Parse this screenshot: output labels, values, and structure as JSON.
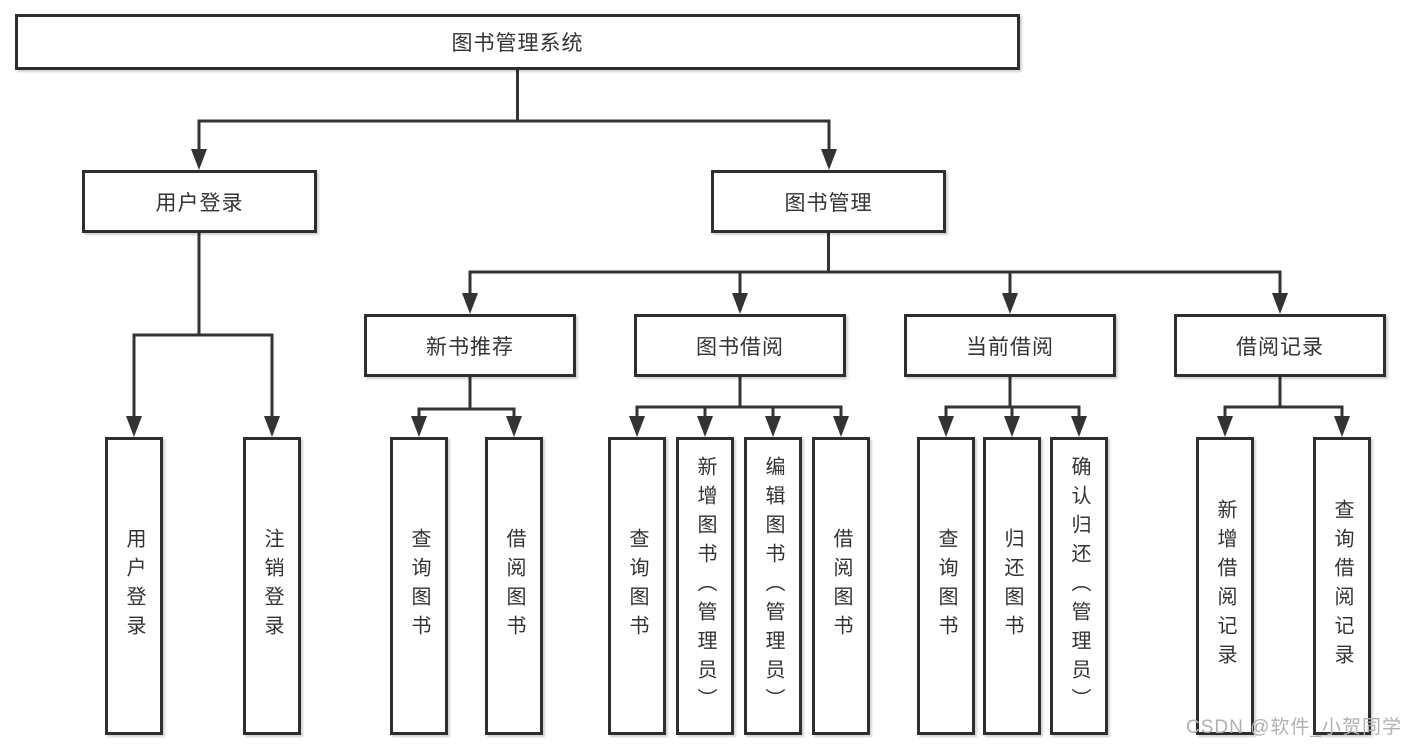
{
  "colors": {
    "line": "#333333",
    "box_border": "#2e2e2e",
    "box_background": "#ffffff",
    "text": "#333333",
    "watermark": "#b0b0b0"
  },
  "watermark": "CSDN @软件_小贺同学",
  "tree": {
    "root": {
      "label": "图书管理系统"
    },
    "level2": [
      {
        "id": "user-login",
        "label": "用户登录"
      },
      {
        "id": "book-management",
        "label": "图书管理"
      }
    ],
    "level3": [
      {
        "id": "new-book-recommendation",
        "label": "新书推荐"
      },
      {
        "id": "book-borrowing",
        "label": "图书借阅"
      },
      {
        "id": "current-borrowing",
        "label": "当前借阅"
      },
      {
        "id": "borrowing-records",
        "label": "借阅记录"
      }
    ],
    "leaves": [
      {
        "id": "user-login-action",
        "parent": "user-login",
        "label": "用户登录"
      },
      {
        "id": "logout-action",
        "parent": "user-login",
        "label": "注销登录"
      },
      {
        "id": "search-books-recommend",
        "parent": "new-book-recommendation",
        "label": "查询图书"
      },
      {
        "id": "borrow-books-recommend",
        "parent": "new-book-recommendation",
        "label": "借阅图书"
      },
      {
        "id": "search-books-borrowing",
        "parent": "book-borrowing",
        "label": "查询图书"
      },
      {
        "id": "add-books-admin",
        "parent": "book-borrowing",
        "label": "新增图书（管理员）"
      },
      {
        "id": "edit-books-admin",
        "parent": "book-borrowing",
        "label": "编辑图书（管理员）"
      },
      {
        "id": "borrow-books-borrowing",
        "parent": "book-borrowing",
        "label": "借阅图书"
      },
      {
        "id": "search-books-current",
        "parent": "current-borrowing",
        "label": "查询图书"
      },
      {
        "id": "return-books",
        "parent": "current-borrowing",
        "label": "归还图书"
      },
      {
        "id": "confirm-return-admin",
        "parent": "current-borrowing",
        "label": "确认归还（管理员）"
      },
      {
        "id": "add-borrowing-record",
        "parent": "borrowing-records",
        "label": "新增借阅记录"
      },
      {
        "id": "search-borrowing-record",
        "parent": "borrowing-records",
        "label": "查询借阅记录"
      }
    ]
  }
}
